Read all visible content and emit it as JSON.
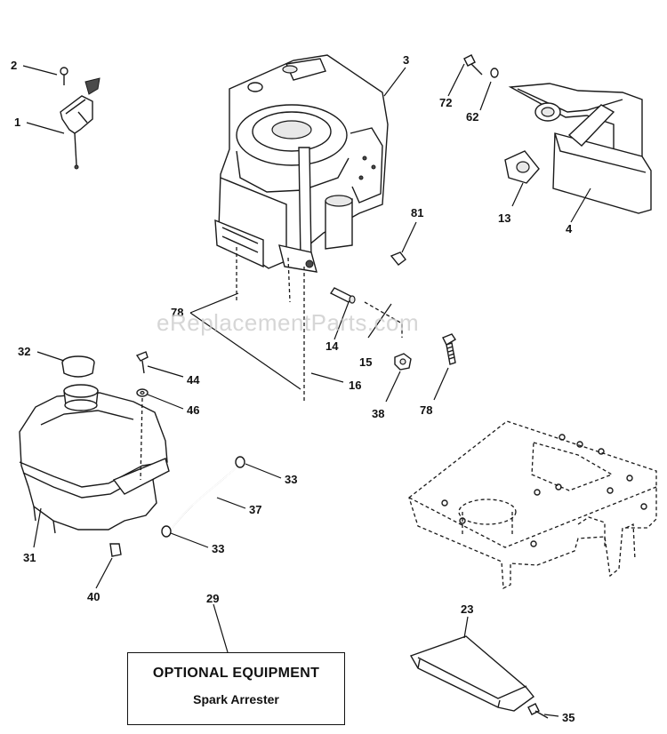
{
  "watermark": "eReplacementParts.com",
  "callouts": {
    "c1": "1",
    "c2": "2",
    "c3": "3",
    "c4": "4",
    "c13": "13",
    "c14": "14",
    "c15": "15",
    "c16": "16",
    "c23": "23",
    "c29": "29",
    "c31": "31",
    "c32": "32",
    "c33a": "33",
    "c33b": "33",
    "c35": "35",
    "c37": "37",
    "c38": "38",
    "c40": "40",
    "c44": "44",
    "c46": "46",
    "c62": "62",
    "c72": "72",
    "c78a": "78",
    "c78b": "78",
    "c81": "81"
  },
  "optional_box": {
    "title": "OPTIONAL EQUIPMENT",
    "item": "Spark Arrester"
  }
}
